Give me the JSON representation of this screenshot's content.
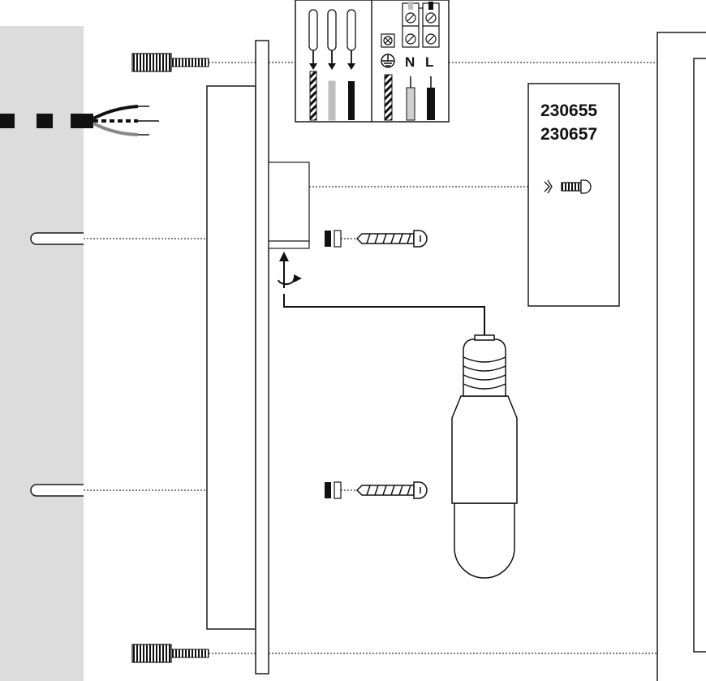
{
  "product_codes": [
    "230655",
    "230657"
  ],
  "terminals": {
    "earth_symbol": "earth-ground-icon",
    "neutral": "N",
    "live": "L"
  },
  "colors": {
    "wall": "#dcdcdc",
    "line": "#1a1a1a",
    "wire_gray": "#bdbdbd",
    "wire_dark": "#111111"
  },
  "components": [
    "wall-plug-icon",
    "wall-anchor-icon",
    "cable-icon",
    "screw-icon",
    "washer-icon",
    "bulb-icon",
    "rotate-arrow-icon"
  ]
}
